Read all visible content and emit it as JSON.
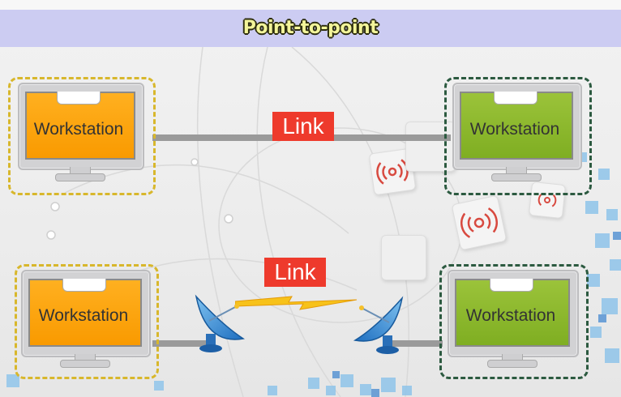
{
  "title": "Point-to-point",
  "top_diagram": {
    "left_workstation": "Workstation",
    "right_workstation": "Workstation",
    "link_label": "Link",
    "left_frame_color": "#d8b72c",
    "right_frame_color": "#2c5a40"
  },
  "bottom_diagram": {
    "left_workstation": "Workstation",
    "right_workstation": "Workstation",
    "link_label": "Link",
    "left_frame_color": "#d8b72c",
    "right_frame_color": "#2c5a40",
    "icons": [
      "satellite-dish-icon",
      "satellite-dish-icon",
      "lightning-bolt-icon"
    ]
  },
  "colors": {
    "banner": "#ccccf2",
    "link_box": "#ee3a2c",
    "screen_orange": "#fba40e",
    "screen_green": "#8cb82e"
  }
}
